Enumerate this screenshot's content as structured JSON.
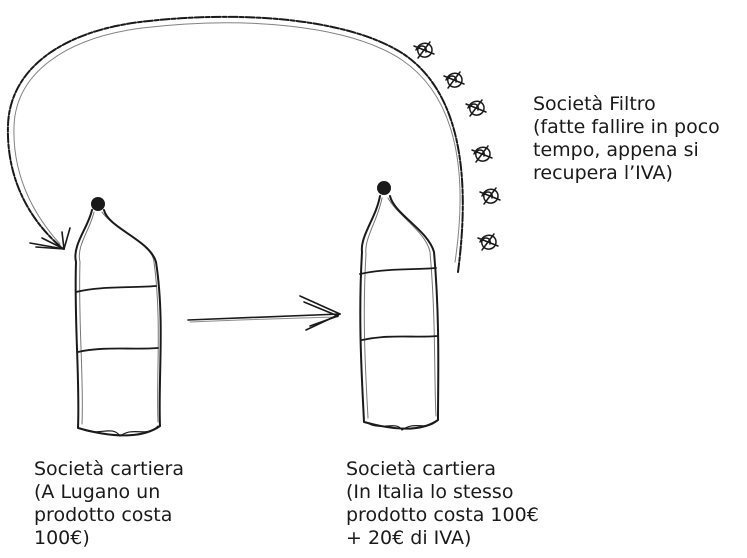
{
  "labels": {
    "filter_companies": [
      "Società Filtro",
      "(fatte fallire in poco",
      "tempo, appena si",
      "recupera l’IVA)"
    ],
    "shell_company_lugano": [
      "Società cartiera",
      "(A Lugano un",
      "prodotto costa",
      "100€)"
    ],
    "shell_company_italy": [
      "Società cartiera",
      "(In Italia lo stesso",
      "prodotto costa 100€",
      "+ 20€ di IVA)"
    ]
  },
  "colors": {
    "ink": "#1a1a1a",
    "background": "#ffffff"
  },
  "icons": {
    "bottle": "bottle-icon",
    "filter_company": "scribble-icon"
  }
}
